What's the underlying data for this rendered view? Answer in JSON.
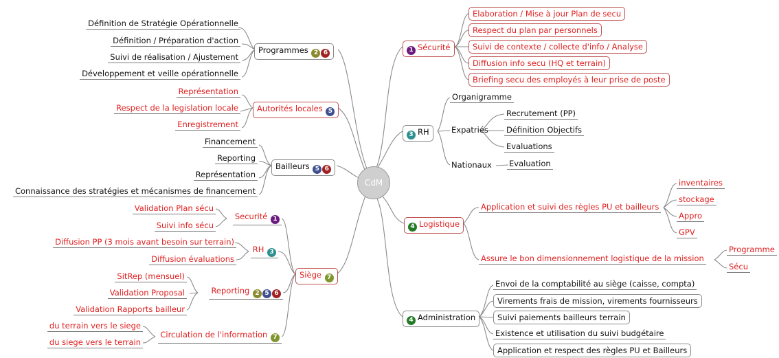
{
  "center": "CdM",
  "badge_colors": {
    "1": "#6b1b7e",
    "2": "#8b8a2e",
    "3": "#2f8f8f",
    "4": "#247a24",
    "5": "#3f4f8f",
    "6": "#a02222",
    "7": "#7f962e"
  },
  "left": {
    "programmes": {
      "label": "Programmes",
      "badges": [
        "2",
        "6"
      ],
      "items": [
        "Définition de Stratégie Opérationnelle",
        "Définition / Préparation d'action",
        "Suivi de réalisation / Ajustement",
        "Développement  et veille opérationnelle"
      ]
    },
    "autorites": {
      "label": "Autorités locales",
      "badges": [
        "5"
      ],
      "items": [
        "Représentation",
        "Respect de la legislation locale",
        "Enregistrement"
      ]
    },
    "bailleurs": {
      "label": "Bailleurs",
      "badges": [
        "5",
        "6"
      ],
      "items": [
        "Financement",
        "Reporting",
        "Représentation",
        "Connaissance des stratégies et mécanismes de financement"
      ]
    },
    "siege": {
      "label": "Siège",
      "badges": [
        "7"
      ],
      "securite": {
        "label": "Securité",
        "badges": [
          "1"
        ],
        "items": [
          "Validation Plan sécu",
          "Suivi info sécu"
        ]
      },
      "rh": {
        "label": "RH",
        "badges": [
          "3"
        ],
        "items": [
          "Diffusion PP (3 mois avant besoin sur terrain)",
          "Diffusion évaluations"
        ]
      },
      "reporting": {
        "label": "Reporting",
        "badges": [
          "2",
          "5",
          "6"
        ],
        "items": [
          "SitRep (mensuel)",
          "Validation Proposal",
          "Validation Rapports bailleur"
        ]
      },
      "circulation": {
        "label": "Circulation de l'information",
        "badges": [
          "7"
        ],
        "items": [
          "du terrain vers le siege",
          "du siege vers le terrain"
        ]
      }
    }
  },
  "right": {
    "securite": {
      "label": "Sécurité",
      "badge": "1",
      "items": [
        "Elaboration / Mise à jour Plan de secu",
        "Respect du plan par personnels",
        "Suivi de contexte / collecte d'info / Analyse",
        "Diffusion info secu (HQ et terrain)",
        "Briefing secu des employés à leur prise de poste"
      ]
    },
    "rh": {
      "label": "RH",
      "badge": "3",
      "organigramme": "Organigramme",
      "expatries": {
        "label": "Expatriés",
        "items": [
          "Recrutement (PP)",
          "Définition Objectifs",
          "Evaluations"
        ]
      },
      "nationaux": {
        "label": "Nationaux",
        "items": [
          "Evaluation"
        ]
      }
    },
    "logistique": {
      "label": "Logistique",
      "badge": "4",
      "application": {
        "label": "Application et suivi des règles PU et bailleurs",
        "items": [
          "inventaires",
          "stockage",
          "Appro",
          "GPV"
        ]
      },
      "assure": {
        "label": "Assure le bon dimensionnement logistique de la mission",
        "items": [
          "Programme",
          "Sécu"
        ]
      }
    },
    "administration": {
      "label": "Administration",
      "badge": "4",
      "items": [
        "Envoi de la comptabilité au siège (caisse, compta)",
        "Virements frais de mission, virements fournisseurs",
        "Suivi paiements bailleurs terrain",
        "Existence et utilisation du suivi budgétaire",
        "Application et respect des règles PU et Bailleurs"
      ]
    }
  }
}
